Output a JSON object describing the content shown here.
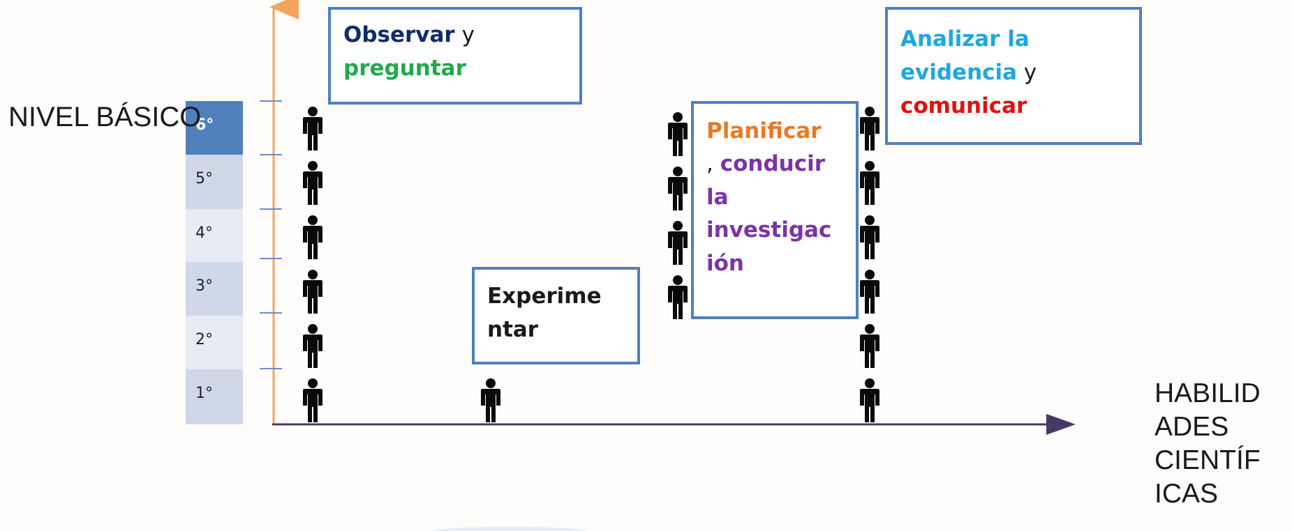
{
  "levels": [
    "6°",
    "5°",
    "4°",
    "3°",
    "2°",
    "1°"
  ],
  "active_level": "6°",
  "y_label": "NIVEL BÁSICO",
  "x_label_lines": [
    "HABILID",
    "ADES",
    "CIENTÍF",
    "ICAS"
  ],
  "boxes": {
    "observar": {
      "word1": "Observar",
      "sep1": " y",
      "word2": "preguntar"
    },
    "experimentar": {
      "line1": "Experime",
      "line2": "ntar"
    },
    "planificar": {
      "line1": "Planificar",
      "sep": ", ",
      "line2": "conducir",
      "line3": "la",
      "line4": "investigac",
      "line5": "ión"
    },
    "analizar": {
      "line1": "Analizar la",
      "line2": "evidencia",
      "sep": " y",
      "line3": "comunicar"
    }
  },
  "colors": {
    "axis_y": "#f4a45d",
    "axis_x": "#453a66",
    "box_border": "#4f7fc0",
    "navy": "#0f2d6b",
    "green": "#1faa4c",
    "orange": "#e87a22",
    "purple": "#7b33a8",
    "cyan": "#1ea7e1",
    "red": "#e50f0f",
    "active_cell": "#4f80bd"
  },
  "person_icon": "person-icon",
  "person_columns": [
    {
      "name": "observar-column",
      "count": 6
    },
    {
      "name": "experimentar-column",
      "count": 1
    },
    {
      "name": "planificar-column",
      "count": 4
    },
    {
      "name": "analizar-column",
      "count": 6
    }
  ]
}
